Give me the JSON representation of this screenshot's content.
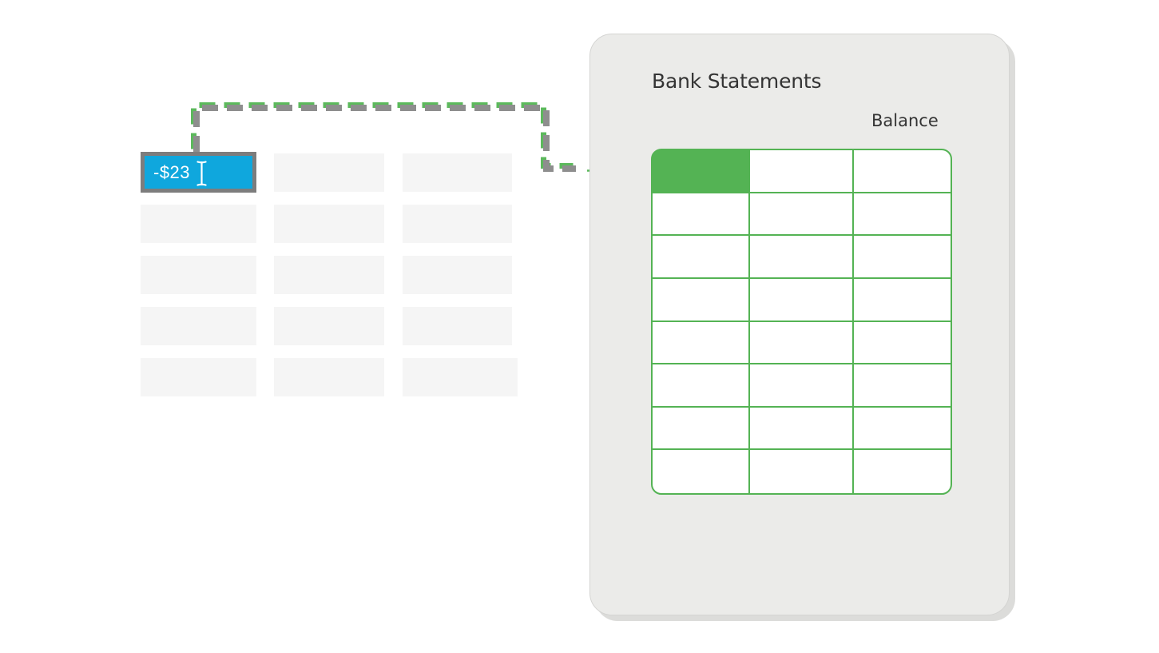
{
  "input_panel": {
    "active_cell": {
      "value": "-$23"
    },
    "grid": {
      "rows": 5,
      "cols": 3
    }
  },
  "connector": {
    "style": "dashed-elbow"
  },
  "statement_panel": {
    "title": "Bank Statements",
    "column_label": "Balance",
    "table": {
      "rows": 8,
      "cols": 3,
      "highlight_cell": "row1-col1"
    }
  },
  "colors": {
    "active_cell_fill": "#0fa7dd",
    "active_cell_border": "#7d7d7d",
    "placeholder_fill": "#f5f5f5",
    "panel_background": "#ebebe9",
    "panel_shadow": "#dcdcda",
    "table_green": "#54b354",
    "dash_green": "#5cb95c",
    "dash_gray": "#8e8e8e",
    "text_dark": "#343434",
    "cell_text": "#ffffff"
  }
}
